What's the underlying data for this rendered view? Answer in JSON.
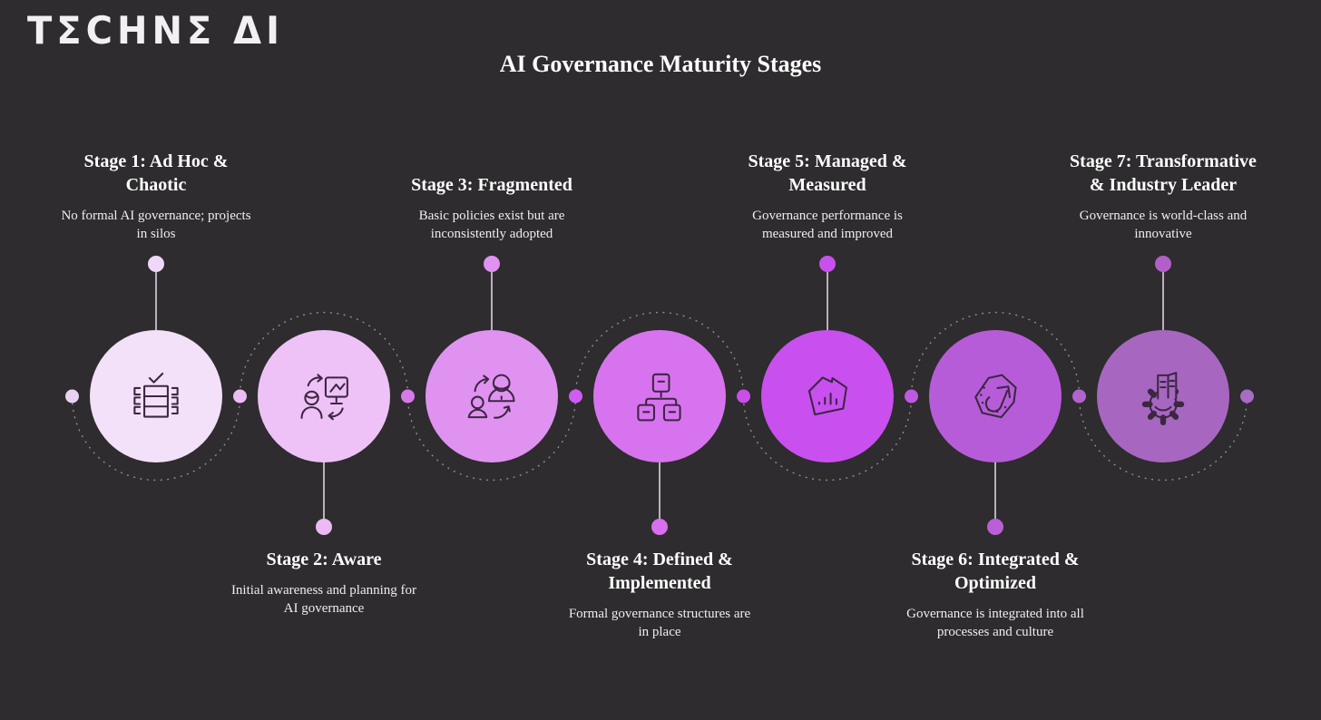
{
  "logo": {
    "text": "TECHNE AI",
    "stylized": "TΣCHNΣ ΔI"
  },
  "title": "AI Governance Maturity Stages",
  "theme": {
    "background": "#2e2c2e",
    "text_color": "#ffffff",
    "icon_stroke": "#3b2742",
    "stem_line_color": "#b9b1bb",
    "dashed_path_color": "#918c92"
  },
  "connector_dots": [
    "#e9d3f0",
    "#eebcf5",
    "#d77ae9",
    "#cf5df0",
    "#c94fe8",
    "#bd5adf",
    "#b164cf",
    "#a76cc3"
  ],
  "stages": [
    {
      "title": "Stage 1: Ad Hoc &\nChaotic",
      "description": "No formal AI governance; projects\nin silos",
      "label_position": "top",
      "circle_color": "#f3e0f9",
      "dot_color": "#efd7f7",
      "icon": "audit-table-icon"
    },
    {
      "title": "Stage 2: Aware",
      "description": "Initial awareness and planning for\nAI governance",
      "label_position": "bottom",
      "circle_color": "#eec2f6",
      "dot_color": "#ecb9f3",
      "icon": "training-presentation-icon"
    },
    {
      "title": "Stage 3: Fragmented",
      "description": "Basic policies exist but are\ninconsistently adopted",
      "label_position": "top",
      "circle_color": "#e092f0",
      "dot_color": "#e092f0",
      "icon": "people-exchange-icon"
    },
    {
      "title": "Stage 4: Defined &\nImplemented",
      "description": "Formal governance structures are\nin place",
      "label_position": "bottom",
      "circle_color": "#d873ef",
      "dot_color": "#d76fee",
      "icon": "org-chart-icon"
    },
    {
      "title": "Stage 5: Managed &\nMeasured",
      "description": "Governance performance is\nmeasured and improved",
      "label_position": "top",
      "circle_color": "#c94fef",
      "dot_color": "#c94fef",
      "icon": "chart-gem-icon"
    },
    {
      "title": "Stage 6: Integrated &\nOptimized",
      "description": "Governance is integrated into all\nprocesses and culture",
      "label_position": "bottom",
      "circle_color": "#b75cd8",
      "dot_color": "#bb5fd9",
      "icon": "growth-arrow-icon"
    },
    {
      "title": "Stage 7: Transformative\n& Industry Leader",
      "description": "Governance is world-class and\ninnovative",
      "label_position": "top",
      "circle_color": "#a767c0",
      "dot_color": "#b35fc9",
      "icon": "gear-document-icon"
    }
  ]
}
